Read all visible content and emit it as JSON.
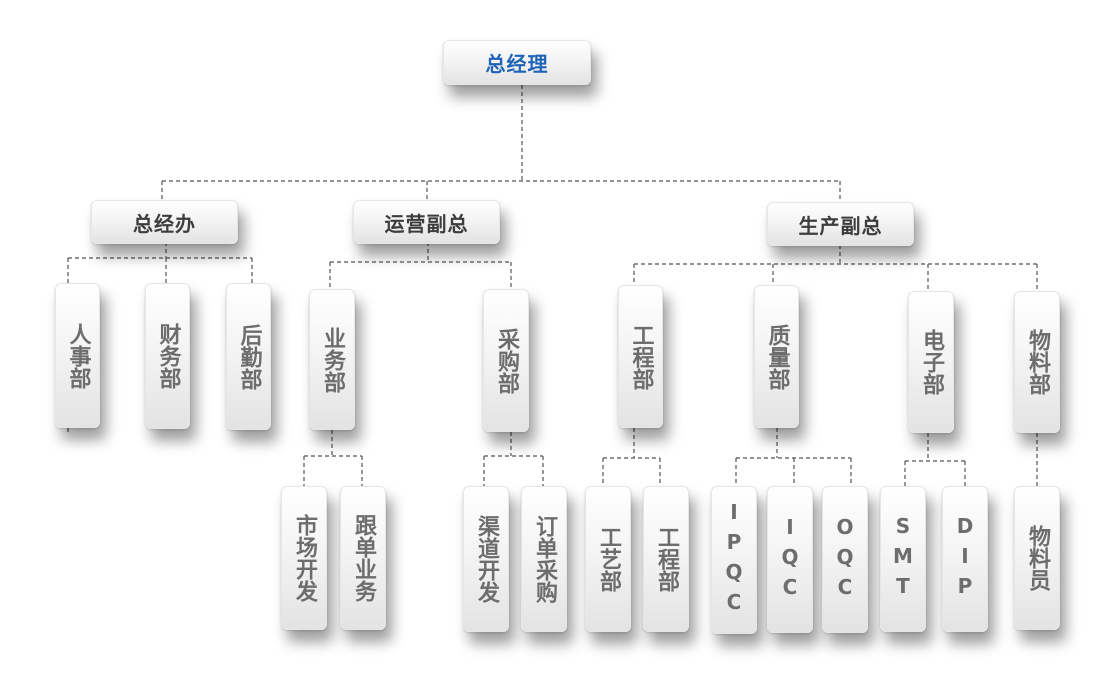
{
  "org_chart": {
    "root": {
      "label": "总经理"
    },
    "managers": [
      {
        "id": "zongjingban",
        "label": "总经办"
      },
      {
        "id": "yunying",
        "label": "运营副总"
      },
      {
        "id": "shengchan",
        "label": "生产副总"
      }
    ],
    "departments": [
      {
        "id": "renshi",
        "label": "人事部",
        "parent": "zongjingban"
      },
      {
        "id": "caiwu",
        "label": "财务部",
        "parent": "zongjingban"
      },
      {
        "id": "houqin",
        "label": "后勤部",
        "parent": "zongjingban"
      },
      {
        "id": "yewu",
        "label": "业务部",
        "parent": "yunying"
      },
      {
        "id": "caigou",
        "label": "采购部",
        "parent": "yunying"
      },
      {
        "id": "gongcheng",
        "label": "工程部",
        "parent": "shengchan"
      },
      {
        "id": "zhiliang",
        "label": "质量部",
        "parent": "shengchan"
      },
      {
        "id": "dianzi",
        "label": "电子部",
        "parent": "shengchan"
      },
      {
        "id": "wuliao",
        "label": "物料部",
        "parent": "shengchan"
      }
    ],
    "units": [
      {
        "id": "shichang",
        "label": "市场开发",
        "parent": "yewu"
      },
      {
        "id": "gendan",
        "label": "跟单业务",
        "parent": "yewu"
      },
      {
        "id": "qudao",
        "label": "渠道开发",
        "parent": "caigou"
      },
      {
        "id": "dingdan",
        "label": "订单采购",
        "parent": "caigou"
      },
      {
        "id": "gongyi",
        "label": "工艺部",
        "parent": "gongcheng"
      },
      {
        "id": "gongcheng2",
        "label": "工程部",
        "parent": "gongcheng"
      },
      {
        "id": "ipqc",
        "label": "IPQC",
        "parent": "zhiliang"
      },
      {
        "id": "iqc",
        "label": "IQC",
        "parent": "zhiliang"
      },
      {
        "id": "oqc",
        "label": "OQC",
        "parent": "zhiliang"
      },
      {
        "id": "smt",
        "label": "SMT",
        "parent": "dianzi"
      },
      {
        "id": "dip",
        "label": "DIP",
        "parent": "dianzi"
      },
      {
        "id": "wuliaoyuan",
        "label": "物料员",
        "parent": "wuliao"
      }
    ]
  }
}
